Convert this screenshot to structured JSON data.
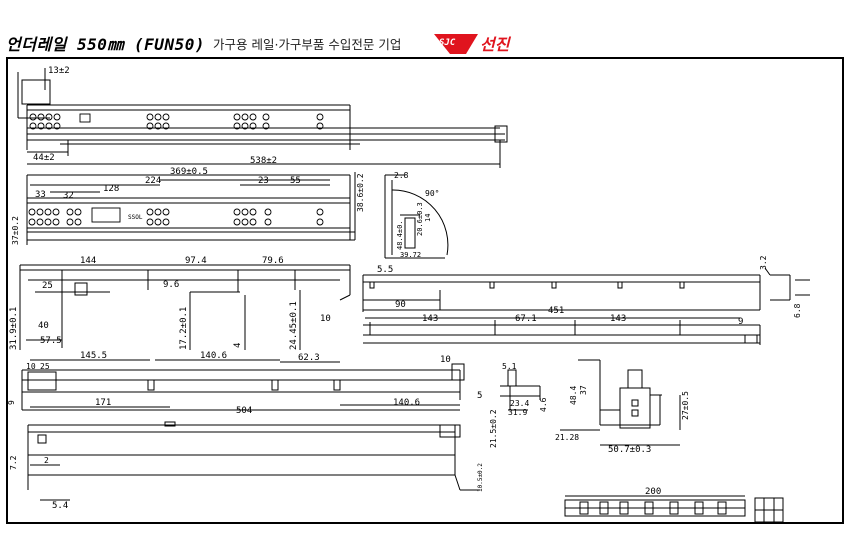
{
  "header": {
    "title": "언더레일 550㎜ (FUN50)",
    "subtitle": "가구용 레일·가구부품 수입전문 기업",
    "logo_mark": "SJC",
    "logo_text": "선진",
    "logo_color": "#e0141e"
  },
  "dims": {
    "d13": "13±2",
    "d44": "44±2",
    "d538": "538±2",
    "d369": "369±0.5",
    "d224": "224",
    "d128": "128",
    "d33": "33",
    "d32": "32",
    "d23": "23",
    "d55": "55",
    "d38": "38.6±0.2",
    "d37": "37±0.2",
    "d28": "2.8",
    "d90": "90°",
    "d484": "48.4±0.",
    "d206": "20.6±0.3",
    "d14": "14",
    "d3972": "39.72",
    "d144": "144",
    "d974": "97.4",
    "d796": "79.6",
    "d25": "25",
    "d96": "9.6",
    "d40": "40",
    "d575": "57.5",
    "d319": "31.9±0.1",
    "d172": "17.2±0.1",
    "d2445": "24.45±0.1",
    "d4": "4",
    "d55b": "5.5",
    "d90b": "90",
    "d451": "451",
    "d10": "10",
    "d143a": "143",
    "d671": "67.1",
    "d143b": "143",
    "d9": "9",
    "d32r": "3.2",
    "d68": "6.8",
    "d1455": "145.5",
    "d1406": "140.6",
    "d623": "62.3",
    "d10b": "10",
    "d1025": "10",
    "d25b": "25",
    "d9b": "9",
    "d171": "171",
    "d504": "504",
    "d1406b": "140.6",
    "d5": "5",
    "d51": "5.1",
    "d234": "23.4",
    "d319b": "31.9",
    "d46": "4.6",
    "d215": "21.5±0.2",
    "d484b": "48.4",
    "d37b": "37",
    "d2128": "21.28",
    "d507": "50.7±0.3",
    "d27": "27±0.5",
    "d72": "7.2",
    "d2": "2",
    "d54": "5.4",
    "d200": "200",
    "d10r": "10.5±0.2",
    "brand": "SSOL"
  }
}
